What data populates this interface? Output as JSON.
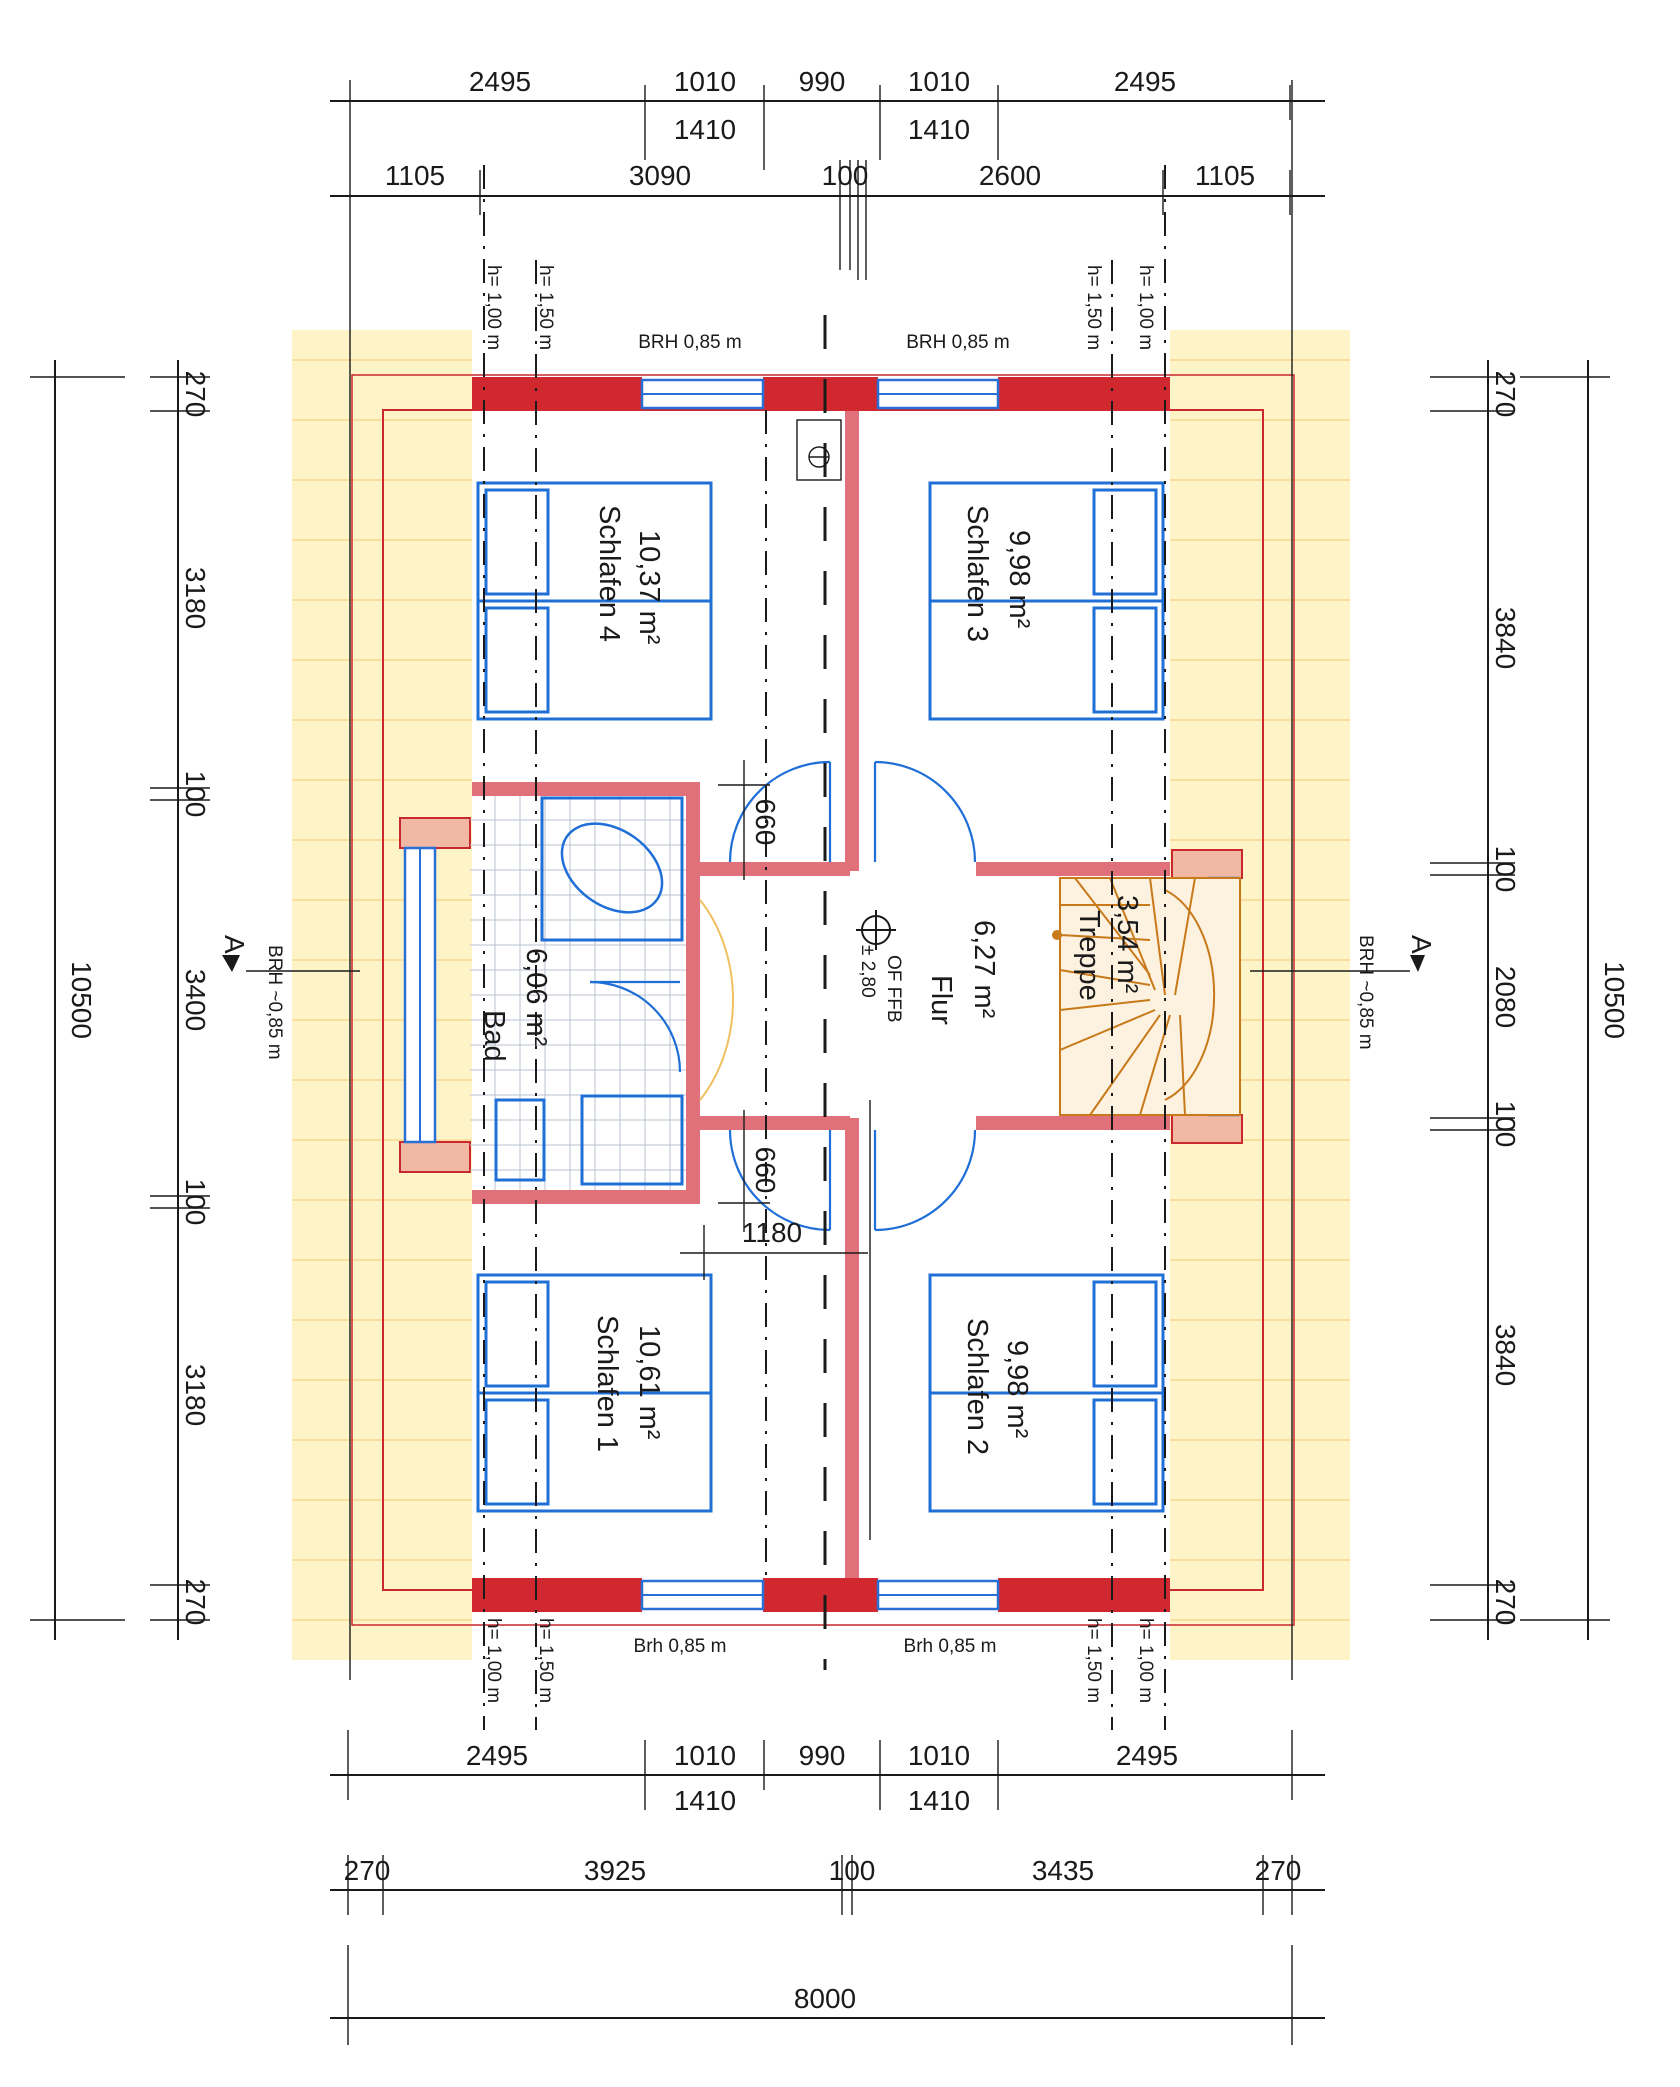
{
  "dimensions": {
    "top_row1": [
      "2495",
      "1010",
      "990",
      "1010",
      "2495"
    ],
    "top_row2": [
      "1410",
      "1410"
    ],
    "top_row3": [
      "1105",
      "3090",
      "100",
      "2600",
      "1105"
    ],
    "bottom_row1": [
      "2495",
      "1010",
      "990",
      "1010",
      "2495"
    ],
    "bottom_row2": [
      "1410",
      "1410"
    ],
    "bottom_row3": [
      "270",
      "3925",
      "100",
      "3435",
      "270"
    ],
    "bottom_total": "8000",
    "left_outer": "10500",
    "left_inner": [
      "270",
      "3180",
      "100",
      "3400",
      "100",
      "3180",
      "270"
    ],
    "right_outer": "10500",
    "right_inner": [
      "270",
      "3840",
      "100",
      "2080",
      "100",
      "3840",
      "270"
    ],
    "door_width_upper": "660",
    "door_width_lower": "660",
    "corridor_width": "1180"
  },
  "labels": {
    "h100": "h= 1,00 m",
    "h150": "h= 1,50 m",
    "brh_top": "BRH 0,85 m",
    "brh_bottom": "Brh 0,85 m",
    "brh_side": "BRH ~0,85 m",
    "section_mark": "A",
    "level_of": "OF FFB",
    "level_value": "± 2,80"
  },
  "rooms": {
    "schlafen4": {
      "area": "10,37 m²",
      "name": "Schlafen 4"
    },
    "schlafen3": {
      "area": "9,98 m²",
      "name": "Schlafen 3"
    },
    "schlafen1": {
      "area": "10,61 m²",
      "name": "Schlafen 1"
    },
    "schlafen2": {
      "area": "9,98 m²",
      "name": "Schlafen 2"
    },
    "bad": {
      "area": "6,06 m²",
      "name": "Bad"
    },
    "flur": {
      "area": "6,27 m²",
      "name": "Flur"
    },
    "treppe": {
      "area": "3,54 m²",
      "name": "Treppe"
    }
  },
  "colors": {
    "wall": "#e0707a",
    "exterior_wall": "#d0282e",
    "furniture": "#1f6fd6",
    "roof_hatch": "#fff3c8",
    "stair": "#c87a1a"
  }
}
